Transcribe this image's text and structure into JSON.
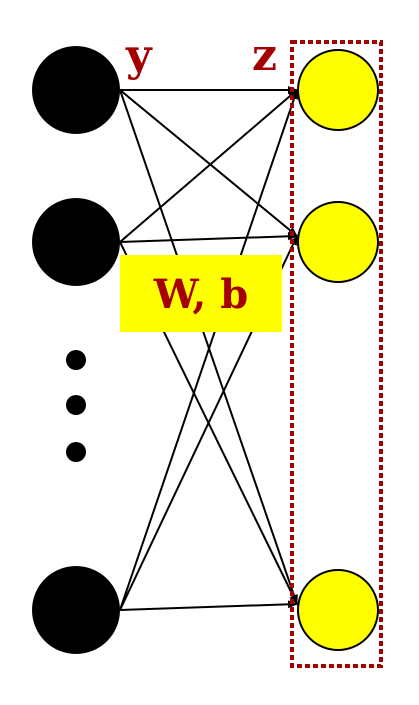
{
  "labels": {
    "input_layer": "y",
    "output_layer": "z",
    "weights": "W, b"
  },
  "colors": {
    "input_node": "#000000",
    "output_node": "#ffff00",
    "label_text": "#a50000",
    "weight_box": "#ffff00",
    "selection_border": "#a50000",
    "edge": "#000000"
  },
  "network": {
    "input_nodes": 3,
    "output_nodes": 3,
    "ellipsis": "vertical-dots",
    "connectivity": "fully-connected"
  }
}
